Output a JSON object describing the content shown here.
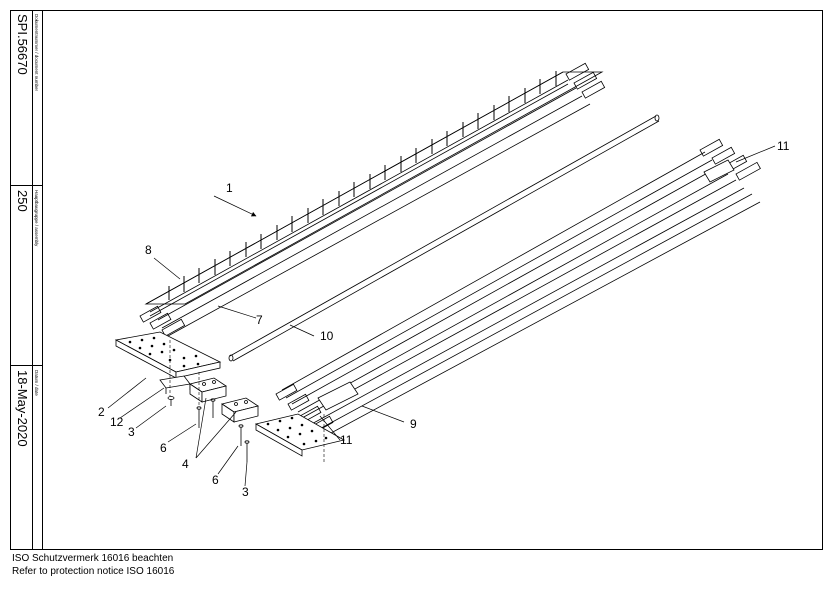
{
  "title_block": {
    "document_number_label": "Dokumentnummer / document number",
    "document_number": "SPI.56670",
    "assembly_label": "Hauptbaugruppe / assembly",
    "assembly": "250",
    "date_label": "Datum / date",
    "date": "18-May-2020"
  },
  "callouts": {
    "c1": "1",
    "c2": "2",
    "c3a": "3",
    "c3b": "3",
    "c4": "4",
    "c6a": "6",
    "c6b": "6",
    "c7": "7",
    "c8": "8",
    "c9": "9",
    "c10": "10",
    "c11a": "11",
    "c11b": "11",
    "c12": "12"
  },
  "footer": {
    "line1": "ISO Schutzvermerk 16016 beachten",
    "line2": "Refer to protection notice ISO 16016"
  }
}
